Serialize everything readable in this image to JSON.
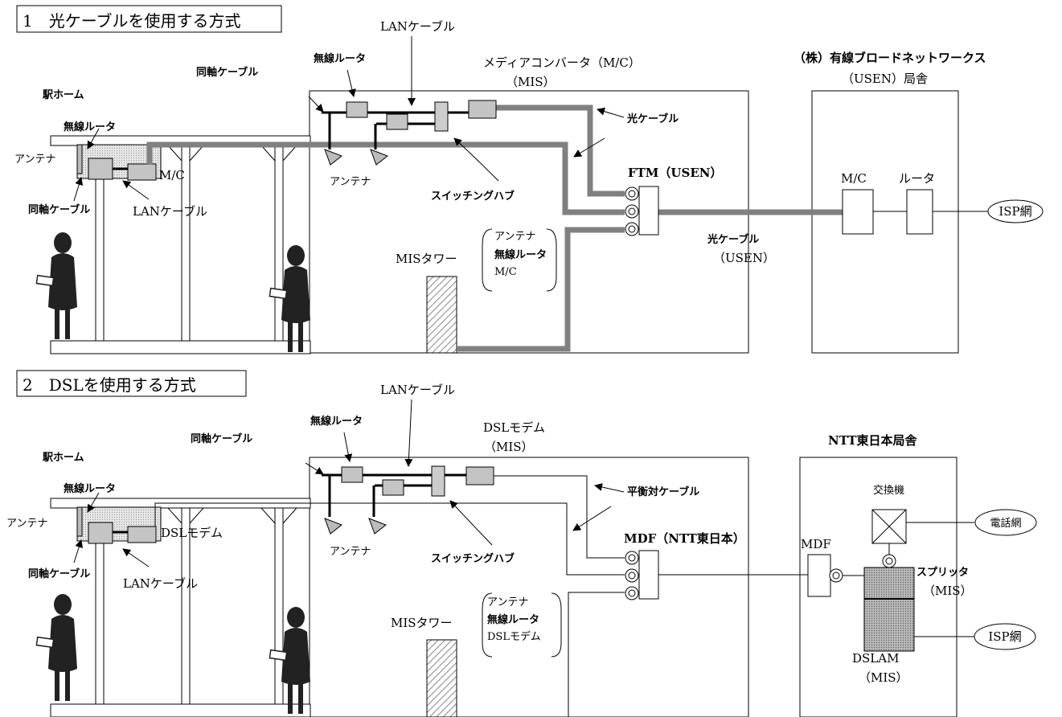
{
  "colors": {
    "optical_cable": "#808080",
    "device_fill": "#c4c4c4",
    "dslam_fill": "#a8a8a8",
    "person": "#222222",
    "hatch": "#b0b0b0"
  },
  "section1": {
    "title": "1　光ケーブルを使用する方式",
    "lan_cable": "LANケーブル",
    "wireless_router": "無線ルータ",
    "coax_cable": "同軸ケーブル",
    "media_converter_title": "メディアコンバータ（M/C）",
    "mis_paren": "（MIS）",
    "usen_title_1": "（株）有線ブロードネットワークス",
    "usen_title_2": "（USEN）局舎",
    "station_platform": "駅ホーム",
    "wireless_router_platform": "無線ルータ",
    "antenna_platform": "アンテナ",
    "mc_platform": "M/C",
    "coax_platform": "同軸ケーブル",
    "lan_platform": "LANケーブル",
    "optical_cable_label": "光ケーブル",
    "antenna_tower": "アンテナ",
    "switching_hub": "スイッチングハブ",
    "ftm": "FTM（USEN）",
    "optical_cable_usen_1": "光ケーブル",
    "optical_cable_usen_2": "（USEN）",
    "mis_tower": "MISタワー",
    "tower_items": [
      "アンテナ",
      "無線ルータ",
      "M/C"
    ],
    "mc_usen": "M/C",
    "router_usen": "ルータ",
    "isp_net": "ISP網"
  },
  "section2": {
    "title": "2　DSLを使用する方式",
    "lan_cable": "LANケーブル",
    "wireless_router": "無線ルータ",
    "coax_cable": "同軸ケーブル",
    "dsl_modem_title": "DSLモデム",
    "mis_paren": "（MIS）",
    "ntt_title": "NTT東日本局舎",
    "station_platform": "駅ホーム",
    "wireless_router_platform": "無線ルータ",
    "antenna_platform": "アンテナ",
    "dsl_modem_platform": "DSLモデム",
    "coax_platform": "同軸ケーブル",
    "lan_platform": "LANケーブル",
    "balanced_cable": "平衡対ケーブル",
    "antenna_tower": "アンテナ",
    "switching_hub": "スイッチングハブ",
    "mdf_ntt": "MDF（NTT東日本）",
    "mis_tower": "MISタワー",
    "tower_items": [
      "アンテナ",
      "無線ルータ",
      "DSLモデム"
    ],
    "exchange": "交換機",
    "phone_net": "電話網",
    "mdf": "MDF",
    "splitter": "スプリッタ",
    "splitter_mis": "（MIS）",
    "dslam": "DSLAM",
    "dslam_mis": "（MIS）",
    "isp_net": "ISP網"
  }
}
